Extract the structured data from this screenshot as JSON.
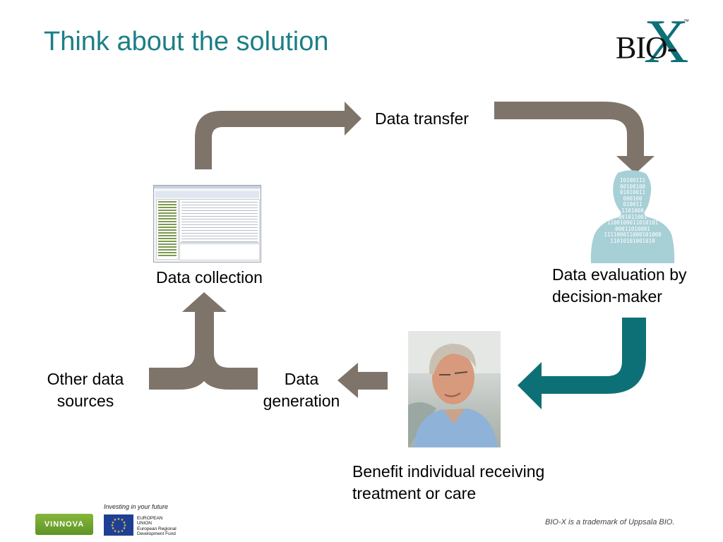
{
  "slide": {
    "title": "Think about the solution"
  },
  "logo": {
    "bio": "BIO-",
    "x": "X",
    "tm": "™"
  },
  "labels": {
    "data_transfer": "Data transfer",
    "data_collection": "Data collection",
    "data_evaluation_line1": "Data evaluation by",
    "data_evaluation_line2": "decision-maker",
    "other_sources_line1": "Other data",
    "other_sources_line2": "sources",
    "data_generation_line1": "Data",
    "data_generation_line2": "generation",
    "benefit_line1": "Benefit individual receiving",
    "benefit_line2": "treatment or care"
  },
  "decision_maker_bits": [
    "10100111",
    "00100100",
    "01010011",
    "000100",
    "010011",
    "1101000",
    "001011001",
    "1100100011010101",
    "00011010001",
    "111100011000101000",
    "11010101001010"
  ],
  "footer": {
    "investing": "Investing in your future",
    "vinnova": "VINNOVA",
    "eu_text": "EUROPEAN\nUNION\nEuropean Regional\nDevelopment Fund",
    "trademark": "BIO-X is a trademark of Uppsala BIO."
  },
  "colors": {
    "title": "#1c7f86",
    "gray_arrow": "#7e746a",
    "teal_arrow": "#0e7077",
    "silhouette": "#a7cfd6"
  }
}
